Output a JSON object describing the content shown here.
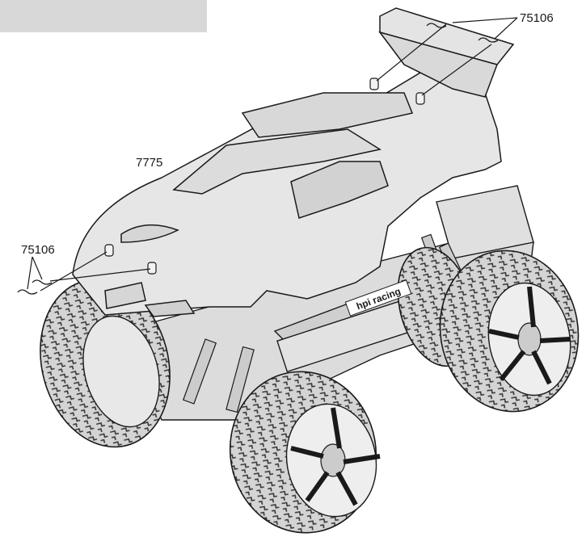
{
  "labels": {
    "top_right": "75106",
    "body": "7775",
    "left": "75106"
  },
  "brand_text": "hpi racing",
  "colors": {
    "line": "#1a1a1a",
    "body_fill": "#e6e6e6",
    "chassis_fill": "#dcdcdc",
    "tire_fill": "#cfcfcf",
    "header_box": "#d8d8d8"
  }
}
